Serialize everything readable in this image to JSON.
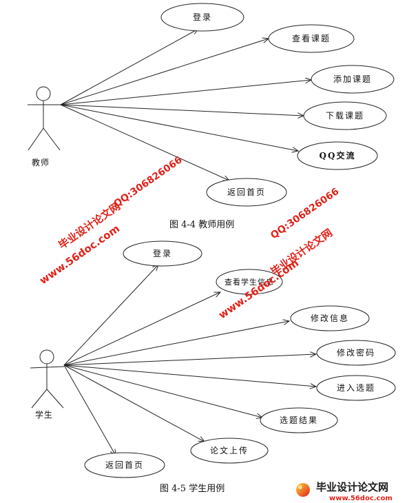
{
  "figure1": {
    "actor": "教师",
    "use_cases": [
      "登录",
      "查看课题",
      "添加课题",
      "下载课题",
      "QQ交流",
      "返回首页"
    ],
    "caption": "图 4-4 教师用例"
  },
  "figure2": {
    "actor": "学生",
    "use_cases": [
      "登录",
      "查看学生信息",
      "修改信息",
      "修改密码",
      "进入选题",
      "选题结果",
      "论文上传",
      "返回首页"
    ],
    "caption": "图 4-5 学生用例"
  },
  "watermarks": {
    "site_name": "毕业设计论文网",
    "site_url": "www.56doc.com",
    "qq": "QQ:306826066"
  },
  "footer": {
    "site_name": "毕业设计论文网",
    "site_url": "www.56doc.com",
    "accent": "#e0231a"
  }
}
